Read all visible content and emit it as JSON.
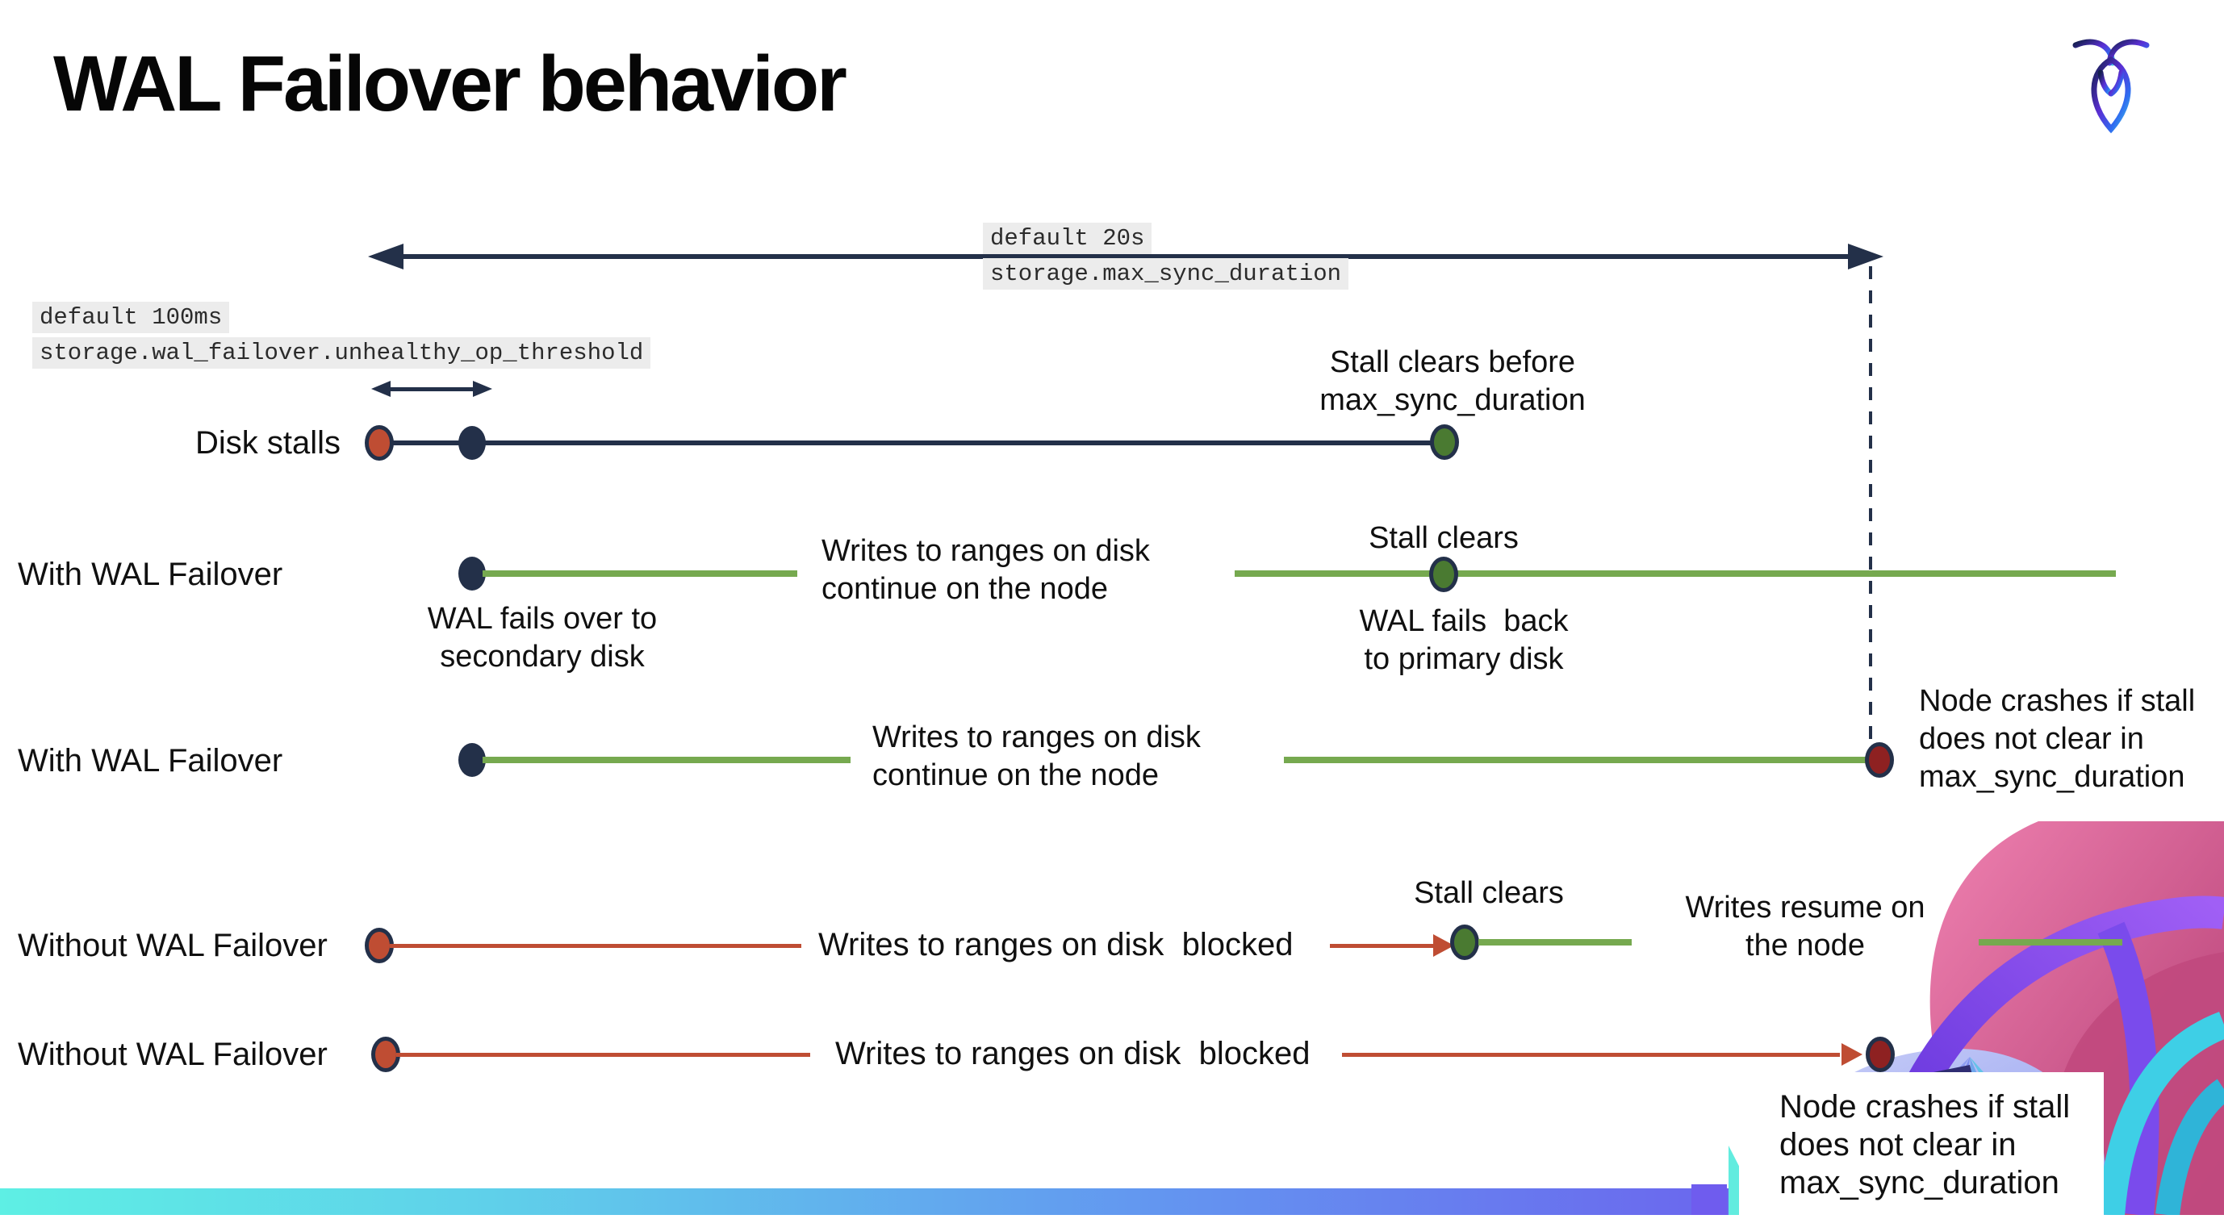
{
  "title": "WAL Failover behavior",
  "logo": {
    "name": "cockroachdb-logo"
  },
  "config_labels": {
    "max_sync_duration": {
      "default": "default 20s",
      "setting": "storage.max_sync_duration"
    },
    "unhealthy_op_threshold": {
      "default": "default 100ms",
      "setting": "storage.wal_failover.unhealthy_op_threshold"
    }
  },
  "rows": [
    {
      "label": "Disk stalls",
      "annotations": {
        "stall_clears_l1": "Stall clears before",
        "stall_clears_l2": "max_sync_duration"
      }
    },
    {
      "label": "With WAL Failover",
      "annotations": {
        "failover_l1": "WAL fails over to",
        "failover_l2": "secondary disk",
        "writes_l1": "Writes to ranges on disk",
        "writes_l2": "continue on the node",
        "stall_clears": "Stall clears",
        "failback_l1": "WAL fails  back",
        "failback_l2": "to primary disk"
      }
    },
    {
      "label": "With WAL Failover",
      "annotations": {
        "writes_l1": "Writes to ranges on disk",
        "writes_l2": "continue on the node",
        "crash_l1": "Node crashes if stall",
        "crash_l2": "does not clear in",
        "crash_l3": "max_sync_duration"
      }
    },
    {
      "label": "Without WAL Failover",
      "annotations": {
        "blocked": "Writes to ranges on disk  blocked",
        "stall_clears": "Stall clears",
        "resume_l1": "Writes resume on",
        "resume_l2": "the node"
      }
    },
    {
      "label": "Without WAL Failover",
      "annotations": {
        "blocked": "Writes to ranges on disk  blocked",
        "crash_l1": "Node crashes if stall",
        "crash_l2": "does not clear in",
        "crash_l3": "max_sync_duration"
      }
    }
  ],
  "colors": {
    "navy": "#233049",
    "green_line": "#76a94f",
    "green_dot": "#4a7a31",
    "red": "#bf4d33",
    "dark_red": "#8e2121",
    "label_bg": "#ececec",
    "bar_gradient_start": "#5eefe4",
    "bar_gradient_end": "#7a3ff0"
  }
}
